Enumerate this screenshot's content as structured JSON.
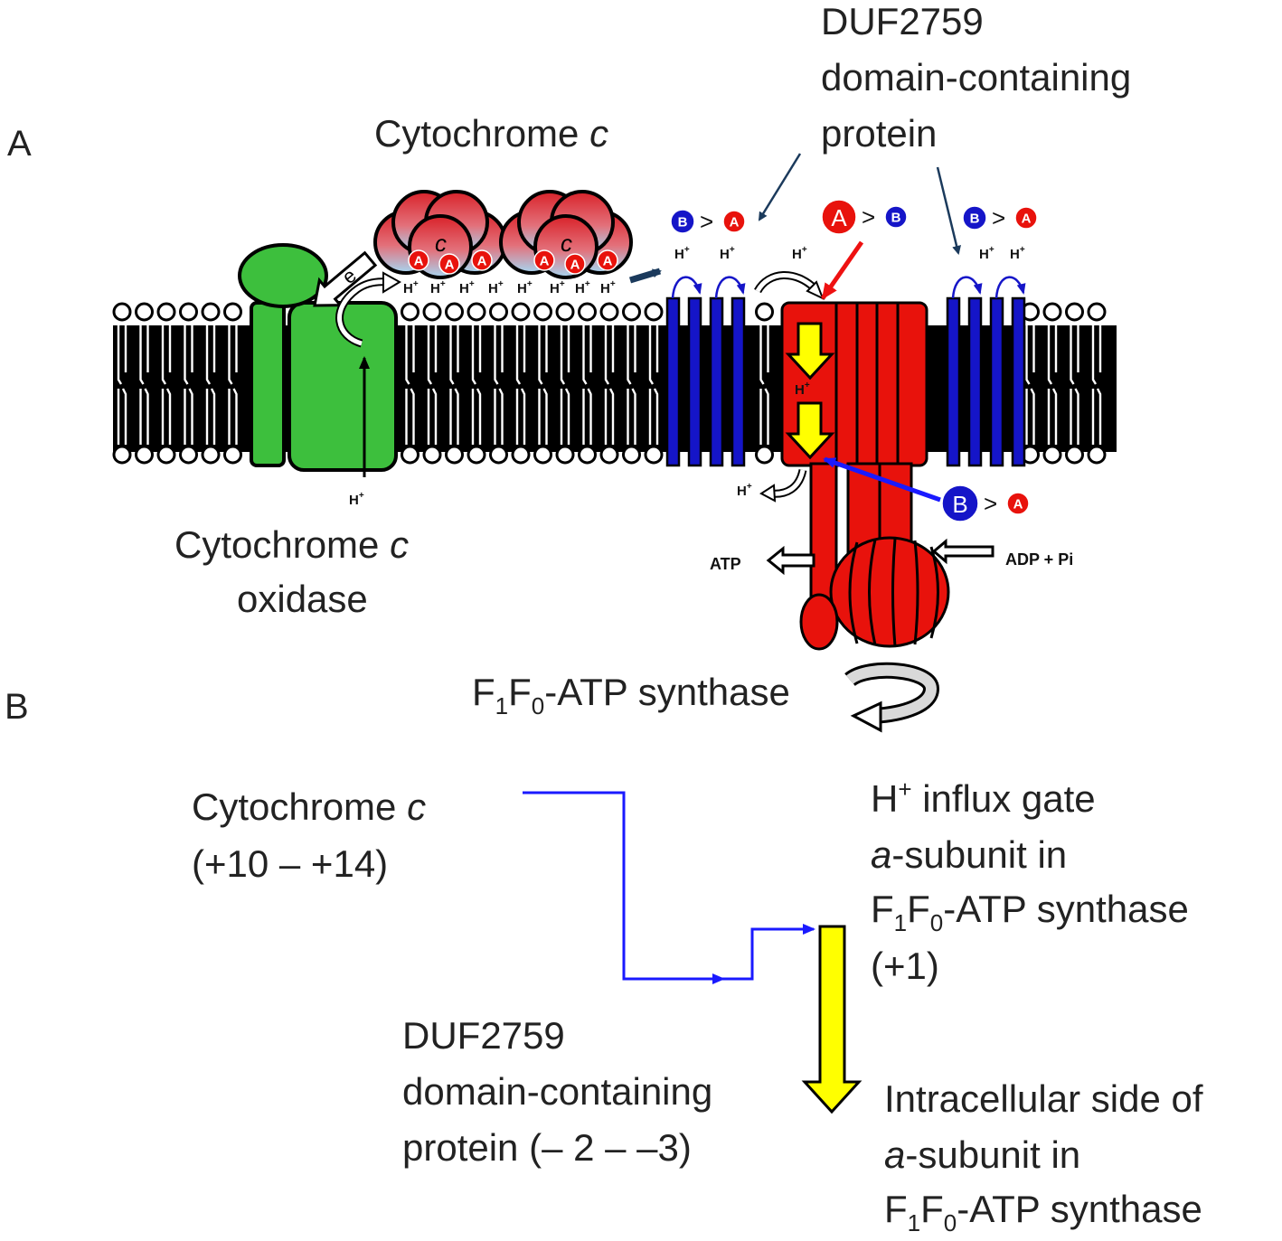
{
  "panelA": {
    "panel_label": "A",
    "cytochrome_c_label": "Cytochrome ",
    "cytochrome_c_italic": "c",
    "duf_label": [
      "DUF2759",
      "domain-containing",
      "protein"
    ],
    "cyt_oxidase_label": [
      "Cytochrome ",
      "c",
      "oxidase"
    ],
    "atp_synthase_label": {
      "prefix": "F",
      "sub1": "1",
      "mid": "F",
      "sub0": "0",
      "suffix": "-ATP synthase"
    },
    "atp_label": "ATP",
    "adp_label": "ADP + Pi",
    "proton": "H",
    "proton_sup": "+",
    "electron": "e",
    "electron_sup": "-",
    "ion_a": "A",
    "ion_b": "B",
    "gt": ">",
    "heme_letter": "c"
  },
  "panelB": {
    "panel_label": "B",
    "cyt_c_line1": "Cytochrome ",
    "cyt_c_italic": "c",
    "cyt_c_line2": "(+10 – +14)",
    "gate_line1_suffix": " influx gate",
    "gate_line2_italic": "a",
    "gate_line2": "-subunit in",
    "gate_line3_suffix": "-ATP synthase",
    "gate_line4": "(+1)",
    "duf_line1": "DUF2759",
    "duf_line2": "domain-containing",
    "duf_line3": "protein (– 2 – –3)",
    "intra_line1": "Intracellular side of",
    "intra_line2_italic": "a",
    "intra_line2": "-subunit in",
    "intra_line3_suffix": "-ATP synthase"
  },
  "colors": {
    "oxidase_green": "#3dbf3d",
    "synthase_red": "#e8120c",
    "duf_blue": "#1515c8",
    "gate_yellow": "#ffff00",
    "arrow_blue": "#1a1aff",
    "arrow_navy": "#1b3a5c",
    "arrow_red": "#ee1111",
    "cyt_gradient_top": "#d9232a",
    "cyt_gradient_bottom": "#9fd3f0"
  }
}
